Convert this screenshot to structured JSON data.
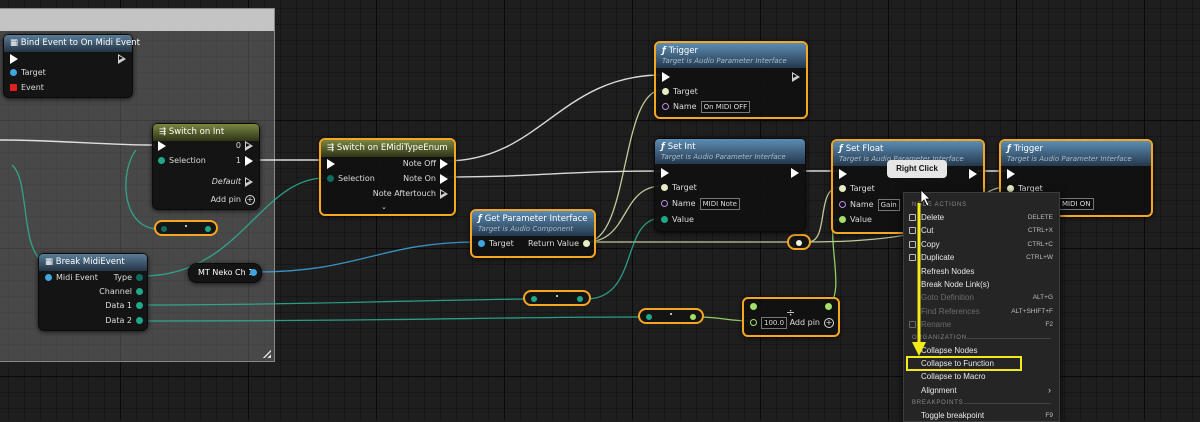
{
  "nodes": {
    "bind_event": {
      "title": "Bind Event to On Midi Event",
      "target": "Target",
      "event": "Event"
    },
    "switch_on_int": {
      "title": "Switch on Int",
      "selection": "Selection",
      "out0": "0",
      "out1": "1",
      "default": "Default",
      "add_pin": "Add pin"
    },
    "switch_enum": {
      "title": "Switch on EMidiTypeEnum",
      "selection": "Selection",
      "note_off": "Note Off",
      "note_on": "Note On",
      "note_aftertouch": "Note Aftertouch",
      "expand_icon": "chevron-down-icon"
    },
    "break_midi": {
      "title": "Break MidiEvent",
      "midi_event": "Midi Event",
      "type": "Type",
      "channel": "Channel",
      "data1": "Data 1",
      "data2": "Data 2"
    },
    "neko": {
      "label": "MT Neko Ch 1"
    },
    "get_param": {
      "title": "Get Parameter Interface",
      "subtitle": "Target is Audio Component",
      "target": "Target",
      "return_value": "Return Value"
    },
    "trigger_top": {
      "title": "Trigger",
      "subtitle": "Target is Audio Parameter Interface",
      "target": "Target",
      "name": "Name",
      "name_value": "On MIDI OFF"
    },
    "set_int": {
      "title": "Set Int",
      "subtitle": "Target is Audio Parameter Interface",
      "target": "Target",
      "name": "Name",
      "name_value": "MIDI Note",
      "value": "Value"
    },
    "set_float": {
      "title": "Set Float",
      "subtitle": "Target is Audio Parameter Interface",
      "target": "Target",
      "name": "Name",
      "name_value": "Gain",
      "value": "Value"
    },
    "trigger_right": {
      "title": "Trigger",
      "subtitle": "Target is Audio Parameter Interface",
      "target": "Target",
      "name_value": "MIDI ON"
    },
    "divide": {
      "operator": "÷",
      "value": "100.0",
      "add_pin": "Add pin"
    }
  },
  "tooltip": "Right Click",
  "context_menu": {
    "section_node_actions": "NODE ACTIONS",
    "section_organization": "ORGANIZATION",
    "section_breakpoints": "BREAKPOINTS",
    "items": {
      "delete": {
        "label": "Delete",
        "shortcut": "DELETE"
      },
      "cut": {
        "label": "Cut",
        "shortcut": "CTRL+X"
      },
      "copy": {
        "label": "Copy",
        "shortcut": "CTRL+C"
      },
      "duplicate": {
        "label": "Duplicate",
        "shortcut": "CTRL+W"
      },
      "refresh": {
        "label": "Refresh Nodes"
      },
      "break_links": {
        "label": "Break Node Link(s)"
      },
      "goto_def": {
        "label": "Goto Definition",
        "shortcut": "ALT+G"
      },
      "find_refs": {
        "label": "Find References",
        "shortcut": "ALT+SHIFT+F"
      },
      "rename": {
        "label": "Rename",
        "shortcut": "F2"
      },
      "collapse_nodes": {
        "label": "Collapse Nodes"
      },
      "collapse_function": {
        "label": "Collapse to Function"
      },
      "collapse_macro": {
        "label": "Collapse to Macro"
      },
      "alignment": {
        "label": "Alignment"
      },
      "toggle_breakpoint": {
        "label": "Toggle breakpoint",
        "shortcut": "F9"
      }
    }
  },
  "colors": {
    "selection": "#f5a623",
    "highlight": "#f2ea1a",
    "object_pin": "#3ea6e0",
    "int_pin": "#1fa88a",
    "float_pin": "#a3e06a",
    "name_pin": "#b98fe8"
  }
}
